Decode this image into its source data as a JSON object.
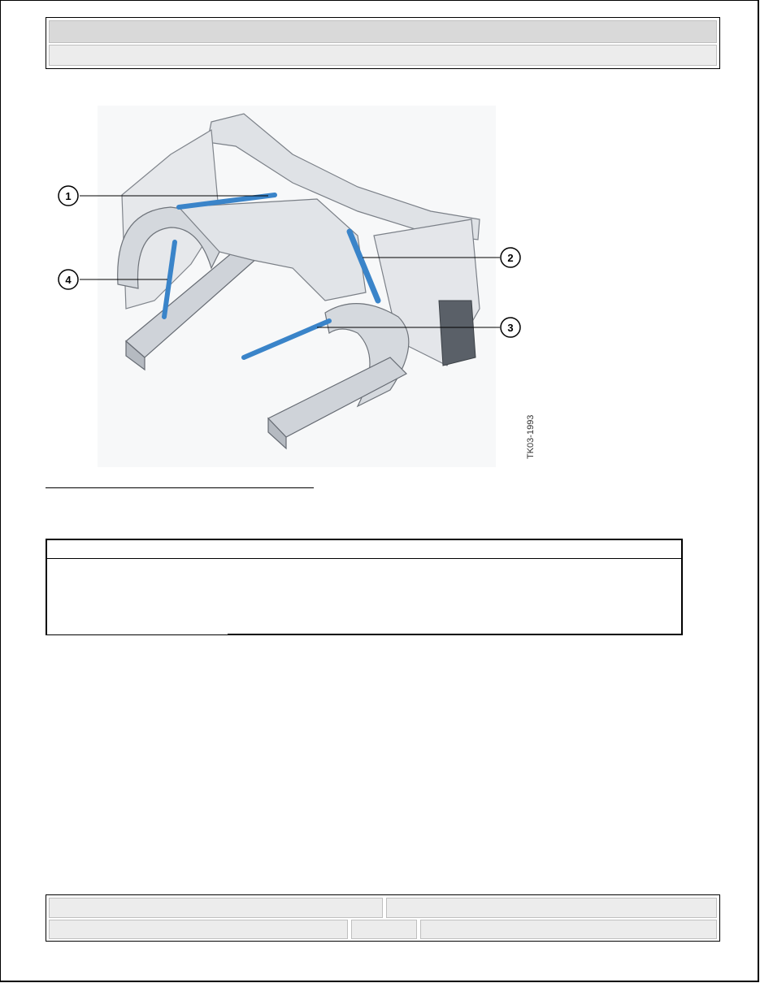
{
  "figure": {
    "callouts": [
      {
        "number": "1"
      },
      {
        "number": "2"
      },
      {
        "number": "3"
      },
      {
        "number": "4"
      }
    ],
    "code": "TK03-1993"
  },
  "colors": {
    "strut_blue": "#3a84c9",
    "frame_gray": "#c8ccd2"
  }
}
